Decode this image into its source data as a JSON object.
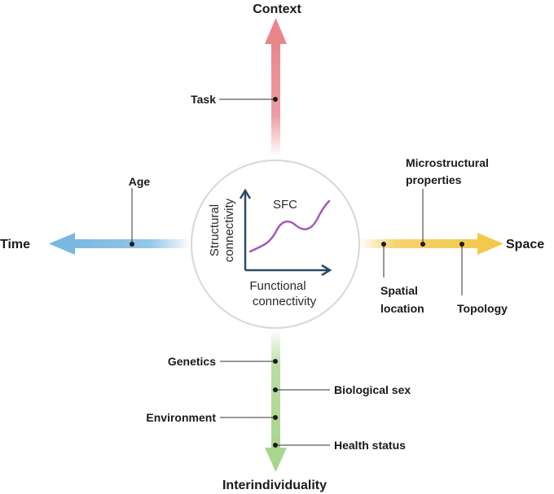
{
  "axes": {
    "top": {
      "title": "Context",
      "color": "#e8868c",
      "factors": [
        "Task"
      ]
    },
    "left": {
      "title": "Time",
      "color": "#7ab8e0",
      "factors": [
        "Age"
      ]
    },
    "right": {
      "title": "Space",
      "color": "#f2c94c",
      "factors": [
        "Microstructural",
        "properties",
        "Spatial",
        "location",
        "Topology"
      ]
    },
    "bottom": {
      "title": "Interindividuality",
      "color": "#a8d68c",
      "factors": [
        "Genetics",
        "Biological sex",
        "Environment",
        "Health status"
      ]
    }
  },
  "center": {
    "curve_label": "SFC",
    "y_axis_label_line1": "Structural",
    "y_axis_label_line2": "connectivity",
    "x_axis_label_line1": "Functional",
    "x_axis_label_line2": "connectivity",
    "curve_color": "#a05bb8",
    "axis_color": "#2e4a63"
  }
}
